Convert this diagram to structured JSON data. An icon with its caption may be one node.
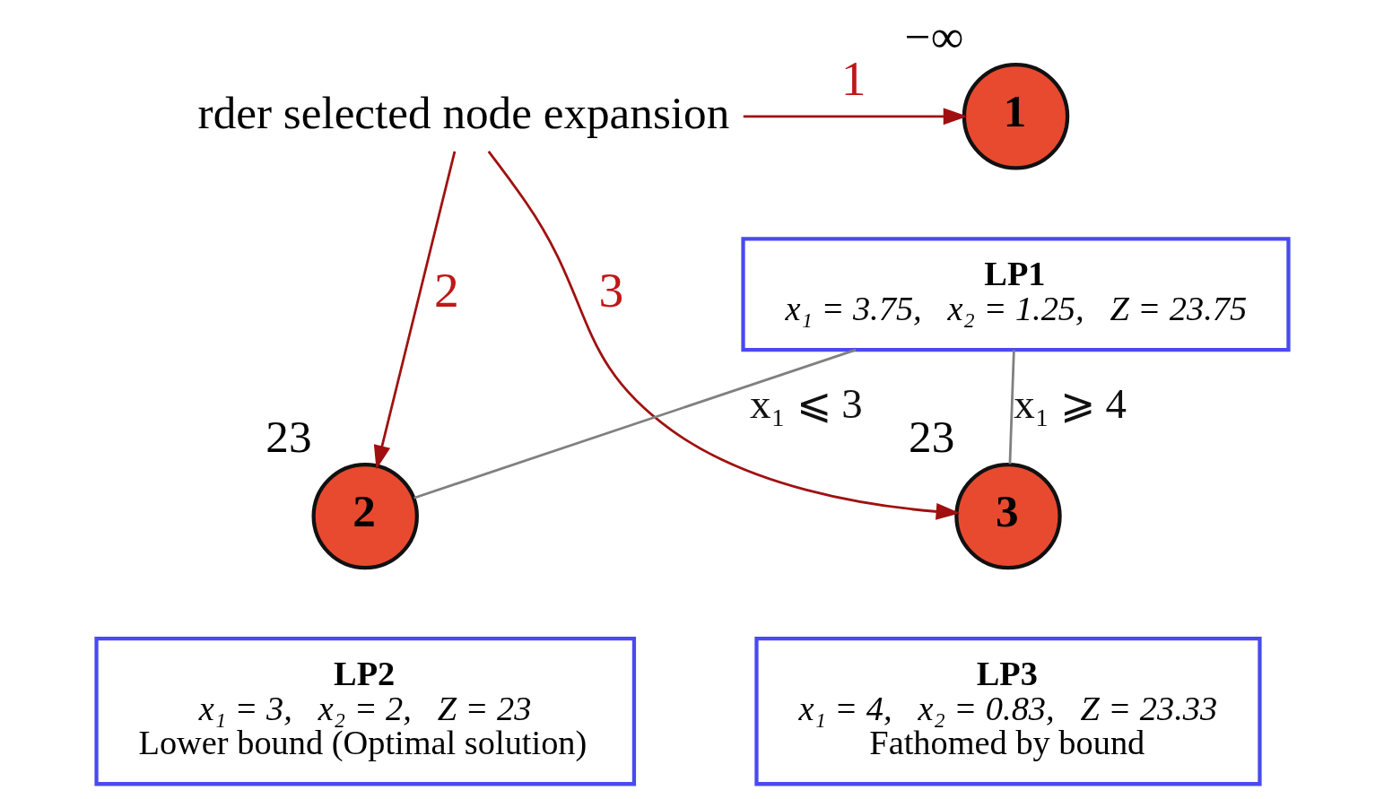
{
  "diagram": {
    "nodes": [
      {
        "text": [
          "rder selected node expansion"
        ]
      },
      {
        "text": [
          "1"
        ],
        "beside": [
          "−∞"
        ]
      },
      {
        "text": [
          "LP1",
          "x₁ = 3.75,   x₂ = 1.25,   Z = 23.75"
        ]
      },
      {
        "text": [
          "2"
        ],
        "beside": [
          "23"
        ]
      },
      {
        "text": [
          "LP2",
          "x₁ = 3,   x₂ = 2,   Z = 23",
          "Lower bound (Optimal solution)"
        ]
      },
      {
        "text": [
          "3"
        ],
        "beside": [
          "23"
        ]
      },
      {
        "text": [
          "LP3",
          "x₁ = 4,   x₂ = 0.83,   Z = 23.33",
          "Fathomed by bound"
        ]
      }
    ],
    "edges": [
      {
        "from": 0,
        "to": 1,
        "arrow": "to",
        "label": "1"
      },
      {
        "from": 0,
        "to": 3,
        "arrow": "to",
        "label": "2"
      },
      {
        "from": 0,
        "to": 5,
        "arrow": "to",
        "label": "3"
      },
      {
        "from": 2,
        "to": 3,
        "arrow": "none",
        "label": "x₁ ⩽ 3",
        "color": "#808080"
      },
      {
        "from": 2,
        "to": 5,
        "arrow": "none",
        "label": "x₁ ⩾ 4",
        "color": "#808080"
      }
    ]
  }
}
